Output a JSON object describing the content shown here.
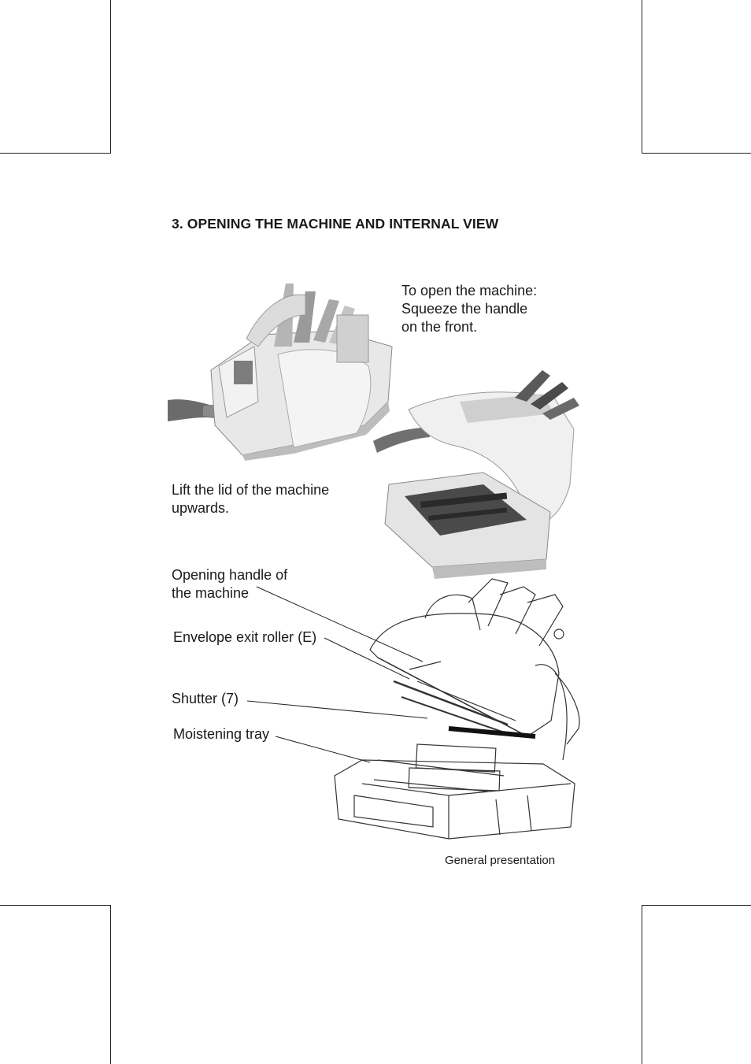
{
  "title": "3. OPENING THE MACHINE AND INTERNAL VIEW",
  "instructions": {
    "open_lines": [
      "To open the machine:",
      "Squeeze the handle",
      "on the front."
    ],
    "lift_lines": [
      "Lift  the  lid  of  the  machine",
      "upwards."
    ]
  },
  "callouts": {
    "opening_handle": [
      "Opening handle of",
      "the machine"
    ],
    "exit_roller": "Envelope exit roller (E)",
    "shutter": "Shutter (7)",
    "moistening_tray": "Moistening tray"
  },
  "caption": "General presentation"
}
